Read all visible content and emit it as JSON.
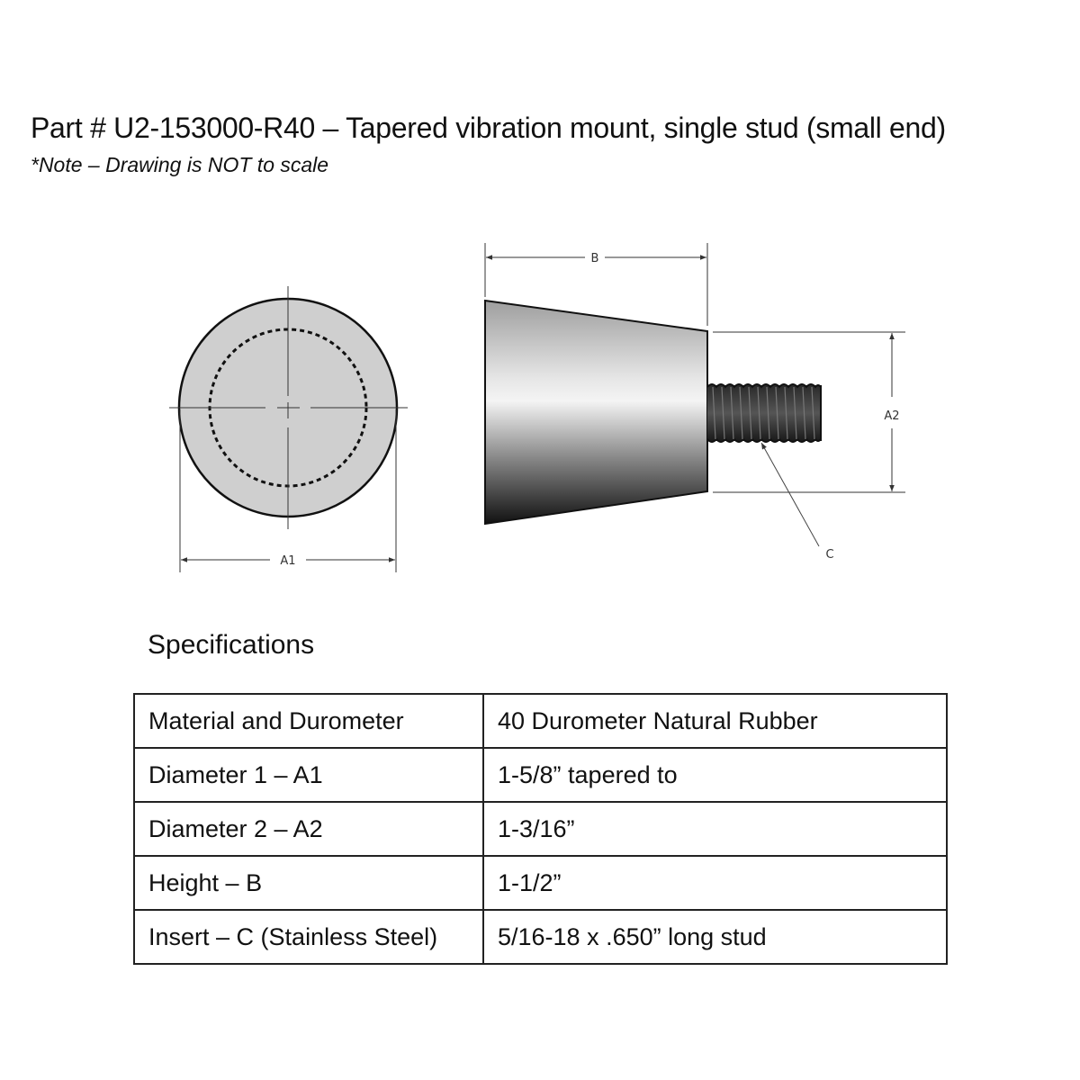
{
  "header": {
    "title": "Part # U2-153000-R40 – Tapered vibration mount, single stud (small end)",
    "note": "*Note – Drawing is NOT to scale"
  },
  "drawing": {
    "end_view": {
      "dimension_label": "A1",
      "fill_color": "#cfcfcf"
    },
    "side_view": {
      "height_label": "B",
      "small_diameter_label": "A2",
      "insert_label": "C",
      "body_gradient": [
        "#a9a9a9",
        "#f2f2f2",
        "#1a1a1a"
      ]
    }
  },
  "specifications": {
    "heading": "Specifications",
    "rows": [
      {
        "label": "Material and Durometer",
        "value": "40 Durometer Natural Rubber"
      },
      {
        "label": "Diameter 1 – A1",
        "value": "1-5/8” tapered to"
      },
      {
        "label": "Diameter 2 – A2",
        "value": "1-3/16”"
      },
      {
        "label": "Height – B",
        "value": "1-1/2”"
      },
      {
        "label": "Insert – C (Stainless Steel)",
        "value": "5/16-18 x .650” long stud"
      }
    ]
  }
}
